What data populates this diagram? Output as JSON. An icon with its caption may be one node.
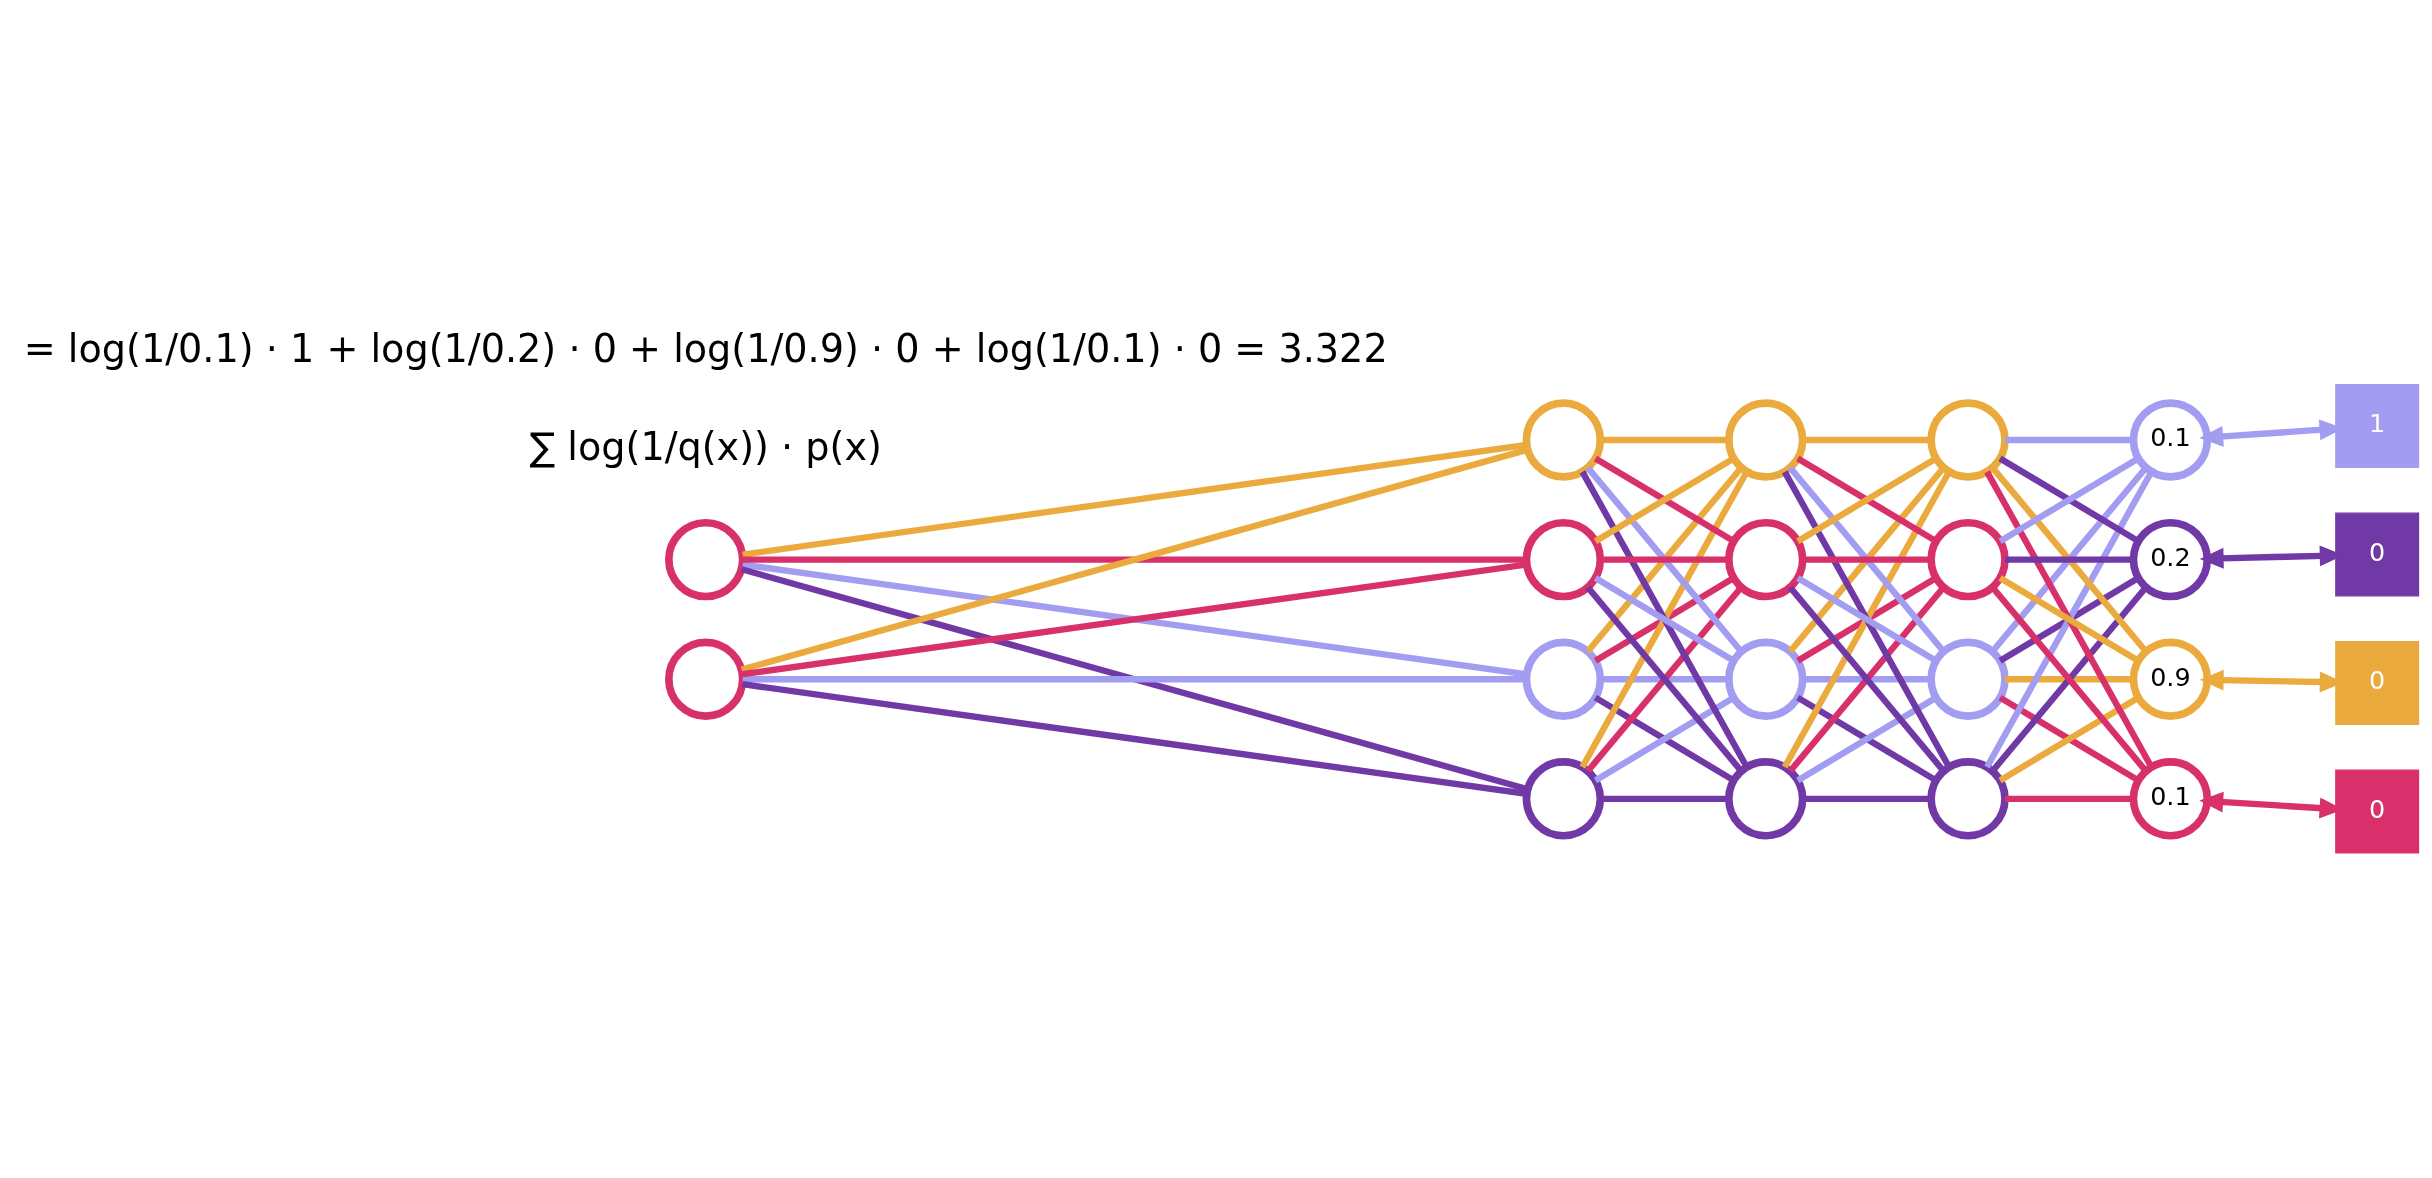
{
  "diagram": {
    "nodes": [
      {
        "text": [],
        "shape": "circle"
      },
      {
        "text": [],
        "shape": "circle"
      },
      {
        "text": [],
        "shape": "circle"
      },
      {
        "text": [],
        "shape": "circle"
      },
      {
        "text": [],
        "shape": "circle"
      },
      {
        "text": [],
        "shape": "circle"
      },
      {
        "text": [],
        "shape": "circle"
      },
      {
        "text": [],
        "shape": "circle"
      },
      {
        "text": [],
        "shape": "circle"
      },
      {
        "text": [],
        "shape": "circle"
      },
      {
        "text": [],
        "shape": "circle"
      },
      {
        "text": [],
        "shape": "circle"
      },
      {
        "text": [],
        "shape": "circle"
      },
      {
        "text": [],
        "shape": "circle"
      },
      {
        "text": [
          "0.1"
        ]
      },
      {
        "text": [
          "0.2"
        ]
      },
      {
        "text": [
          "0.9"
        ]
      },
      {
        "text": [
          "0.1"
        ]
      },
      {
        "text": [
          "1"
        ]
      },
      {
        "text": [
          "0"
        ]
      },
      {
        "text": [
          "0"
        ]
      },
      {
        "text": [
          "0"
        ]
      }
    ],
    "edges": [
      {
        "from": 0,
        "to": 2,
        "arrow": "none",
        "color": "#a39df2"
      },
      {
        "from": 0,
        "to": 3,
        "arrow": "none",
        "color": "#7039a6"
      },
      {
        "from": 0,
        "to": 4,
        "arrow": "none",
        "color": "#ebaa3e"
      },
      {
        "from": 0,
        "to": 5,
        "arrow": "none",
        "color": "#d8306b"
      },
      {
        "from": 1,
        "to": 2,
        "arrow": "none",
        "color": "#a39df2"
      },
      {
        "from": 1,
        "to": 3,
        "arrow": "none",
        "color": "#7039a6"
      },
      {
        "from": 1,
        "to": 4,
        "arrow": "none",
        "color": "#ebaa3e"
      },
      {
        "from": 1,
        "to": 5,
        "arrow": "none",
        "color": "#d8306b"
      },
      {
        "from": 2,
        "to": 6,
        "arrow": "none",
        "color": "#a39df2"
      },
      {
        "from": 2,
        "to": 7,
        "arrow": "none",
        "color": "#7039a6"
      },
      {
        "from": 2,
        "to": 8,
        "arrow": "none",
        "color": "#ebaa3e"
      },
      {
        "from": 2,
        "to": 9,
        "arrow": "none",
        "color": "#d8306b"
      },
      {
        "from": 3,
        "to": 6,
        "arrow": "none",
        "color": "#a39df2"
      },
      {
        "from": 3,
        "to": 7,
        "arrow": "none",
        "color": "#7039a6"
      },
      {
        "from": 3,
        "to": 8,
        "arrow": "none",
        "color": "#ebaa3e"
      },
      {
        "from": 3,
        "to": 9,
        "arrow": "none",
        "color": "#d8306b"
      },
      {
        "from": 4,
        "to": 6,
        "arrow": "none",
        "color": "#a39df2"
      },
      {
        "from": 4,
        "to": 7,
        "arrow": "none",
        "color": "#7039a6"
      },
      {
        "from": 4,
        "to": 8,
        "arrow": "none",
        "color": "#ebaa3e"
      },
      {
        "from": 4,
        "to": 9,
        "arrow": "none",
        "color": "#d8306b"
      },
      {
        "from": 5,
        "to": 6,
        "arrow": "none",
        "color": "#a39df2"
      },
      {
        "from": 5,
        "to": 7,
        "arrow": "none",
        "color": "#7039a6"
      },
      {
        "from": 5,
        "to": 8,
        "arrow": "none",
        "color": "#ebaa3e"
      },
      {
        "from": 5,
        "to": 9,
        "arrow": "none",
        "color": "#d8306b"
      },
      {
        "from": 6,
        "to": 10,
        "arrow": "none",
        "color": "#a39df2"
      },
      {
        "from": 6,
        "to": 11,
        "arrow": "none",
        "color": "#7039a6"
      },
      {
        "from": 6,
        "to": 12,
        "arrow": "none",
        "color": "#ebaa3e"
      },
      {
        "from": 6,
        "to": 13,
        "arrow": "none",
        "color": "#d8306b"
      },
      {
        "from": 7,
        "to": 10,
        "arrow": "none",
        "color": "#a39df2"
      },
      {
        "from": 7,
        "to": 11,
        "arrow": "none",
        "color": "#7039a6"
      },
      {
        "from": 7,
        "to": 12,
        "arrow": "none",
        "color": "#ebaa3e"
      },
      {
        "from": 7,
        "to": 13,
        "arrow": "none",
        "color": "#d8306b"
      },
      {
        "from": 8,
        "to": 10,
        "arrow": "none",
        "color": "#a39df2"
      },
      {
        "from": 8,
        "to": 11,
        "arrow": "none",
        "color": "#7039a6"
      },
      {
        "from": 8,
        "to": 12,
        "arrow": "none",
        "color": "#ebaa3e"
      },
      {
        "from": 8,
        "to": 13,
        "arrow": "none",
        "color": "#d8306b"
      },
      {
        "from": 9,
        "to": 10,
        "arrow": "none",
        "color": "#a39df2"
      },
      {
        "from": 9,
        "to": 11,
        "arrow": "none",
        "color": "#7039a6"
      },
      {
        "from": 9,
        "to": 12,
        "arrow": "none",
        "color": "#ebaa3e"
      },
      {
        "from": 9,
        "to": 13,
        "arrow": "none",
        "color": "#d8306b"
      },
      {
        "from": 10,
        "to": 14,
        "arrow": "none",
        "color": "#a39df2"
      },
      {
        "from": 10,
        "to": 15,
        "arrow": "none",
        "color": "#7039a6"
      },
      {
        "from": 10,
        "to": 16,
        "arrow": "none",
        "color": "#ebaa3e"
      },
      {
        "from": 10,
        "to": 17,
        "arrow": "none",
        "color": "#d8306b"
      },
      {
        "from": 11,
        "to": 14,
        "arrow": "none",
        "color": "#a39df2"
      },
      {
        "from": 11,
        "to": 15,
        "arrow": "none",
        "color": "#7039a6"
      },
      {
        "from": 11,
        "to": 16,
        "arrow": "none",
        "color": "#ebaa3e"
      },
      {
        "from": 11,
        "to": 17,
        "arrow": "none",
        "color": "#d8306b"
      },
      {
        "from": 12,
        "to": 14,
        "arrow": "none",
        "color": "#a39df2"
      },
      {
        "from": 12,
        "to": 15,
        "arrow": "none",
        "color": "#7039a6"
      },
      {
        "from": 12,
        "to": 16,
        "arrow": "none",
        "color": "#ebaa3e"
      },
      {
        "from": 12,
        "to": 17,
        "arrow": "none",
        "color": "#d8306b"
      },
      {
        "from": 13,
        "to": 14,
        "arrow": "none",
        "color": "#a39df2"
      },
      {
        "from": 13,
        "to": 15,
        "arrow": "none",
        "color": "#7039a6"
      },
      {
        "from": 13,
        "to": 16,
        "arrow": "none",
        "color": "#ebaa3e"
      },
      {
        "from": 13,
        "to": 17,
        "arrow": "none",
        "color": "#d8306b"
      },
      {
        "from": 14,
        "to": 18,
        "arrow": "both",
        "color": "#a39df2"
      },
      {
        "from": 15,
        "to": 19,
        "arrow": "both",
        "color": "#7039a6"
      },
      {
        "from": 16,
        "to": 20,
        "arrow": "both",
        "color": "#ebaa3e"
      },
      {
        "from": 17,
        "to": 21,
        "arrow": "both",
        "color": "#d8306b"
      }
    ],
    "labels": [
      "∑ log(1/q(x)) · p(x)",
      "= log(1/0.1) · 1 + log(1/0.2) · 0 + log(1/0.9) · 0 + log(1/0.1) · 0 = 3.322"
    ]
  }
}
